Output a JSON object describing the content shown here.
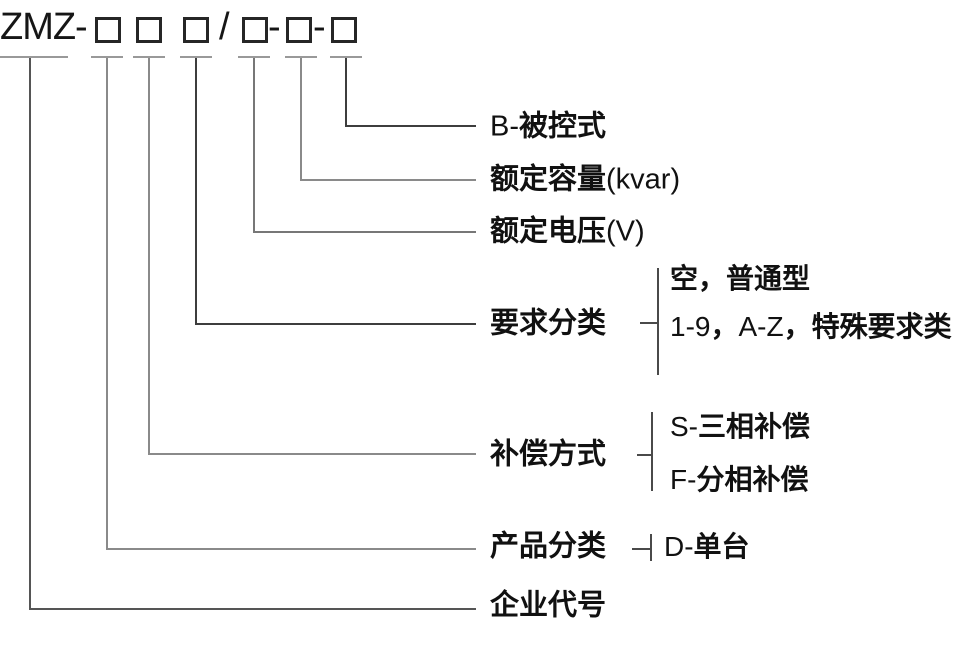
{
  "model_code": {
    "prefix": "ZMZ",
    "dash": "-",
    "slash": "/",
    "pattern": "ZMZ-□□□/□-□-□",
    "placeholder_box_count": 6
  },
  "colors": {
    "text": "#111111",
    "line_dark": "#3d3d3d",
    "line_gray": "#8a8a8a",
    "underline_gray": "#999999"
  },
  "rows": [
    {
      "name": "controlled-type",
      "label_parts": [
        {
          "t": "B-",
          "b": false
        },
        {
          "t": "被控式",
          "b": true
        }
      ]
    },
    {
      "name": "rated-capacity",
      "label_parts": [
        {
          "t": "额定容量",
          "b": true
        },
        {
          "t": "(kvar)",
          "b": false
        }
      ]
    },
    {
      "name": "rated-voltage",
      "label_parts": [
        {
          "t": "额定电压",
          "b": true
        },
        {
          "t": "(V)",
          "b": false
        }
      ]
    },
    {
      "name": "requirement-class",
      "label_parts": [
        {
          "t": "要求分类",
          "b": true
        }
      ],
      "options": [
        {
          "parts": [
            {
              "t": "空，普通型",
              "b": true
            }
          ]
        },
        {
          "parts": [
            {
              "t": "1-9",
              "b": false
            },
            {
              "t": "，",
              "b": true
            },
            {
              "t": "A-Z",
              "b": false
            },
            {
              "t": "，",
              "b": true
            },
            {
              "t": "特殊要求类",
              "b": true
            }
          ]
        }
      ]
    },
    {
      "name": "compensation-mode",
      "label_parts": [
        {
          "t": "补偿方式",
          "b": true
        }
      ],
      "options": [
        {
          "parts": [
            {
              "t": "S-",
              "b": false
            },
            {
              "t": "三相补偿",
              "b": true
            }
          ]
        },
        {
          "parts": [
            {
              "t": "F-",
              "b": false
            },
            {
              "t": "分相补偿",
              "b": true
            }
          ]
        }
      ]
    },
    {
      "name": "product-class",
      "label_parts": [
        {
          "t": "产品分类",
          "b": true
        }
      ],
      "options": [
        {
          "parts": [
            {
              "t": "D-",
              "b": false
            },
            {
              "t": "单台",
              "b": true
            }
          ]
        }
      ]
    },
    {
      "name": "company-code",
      "label_parts": [
        {
          "t": "企业代号",
          "b": true
        }
      ]
    }
  ]
}
